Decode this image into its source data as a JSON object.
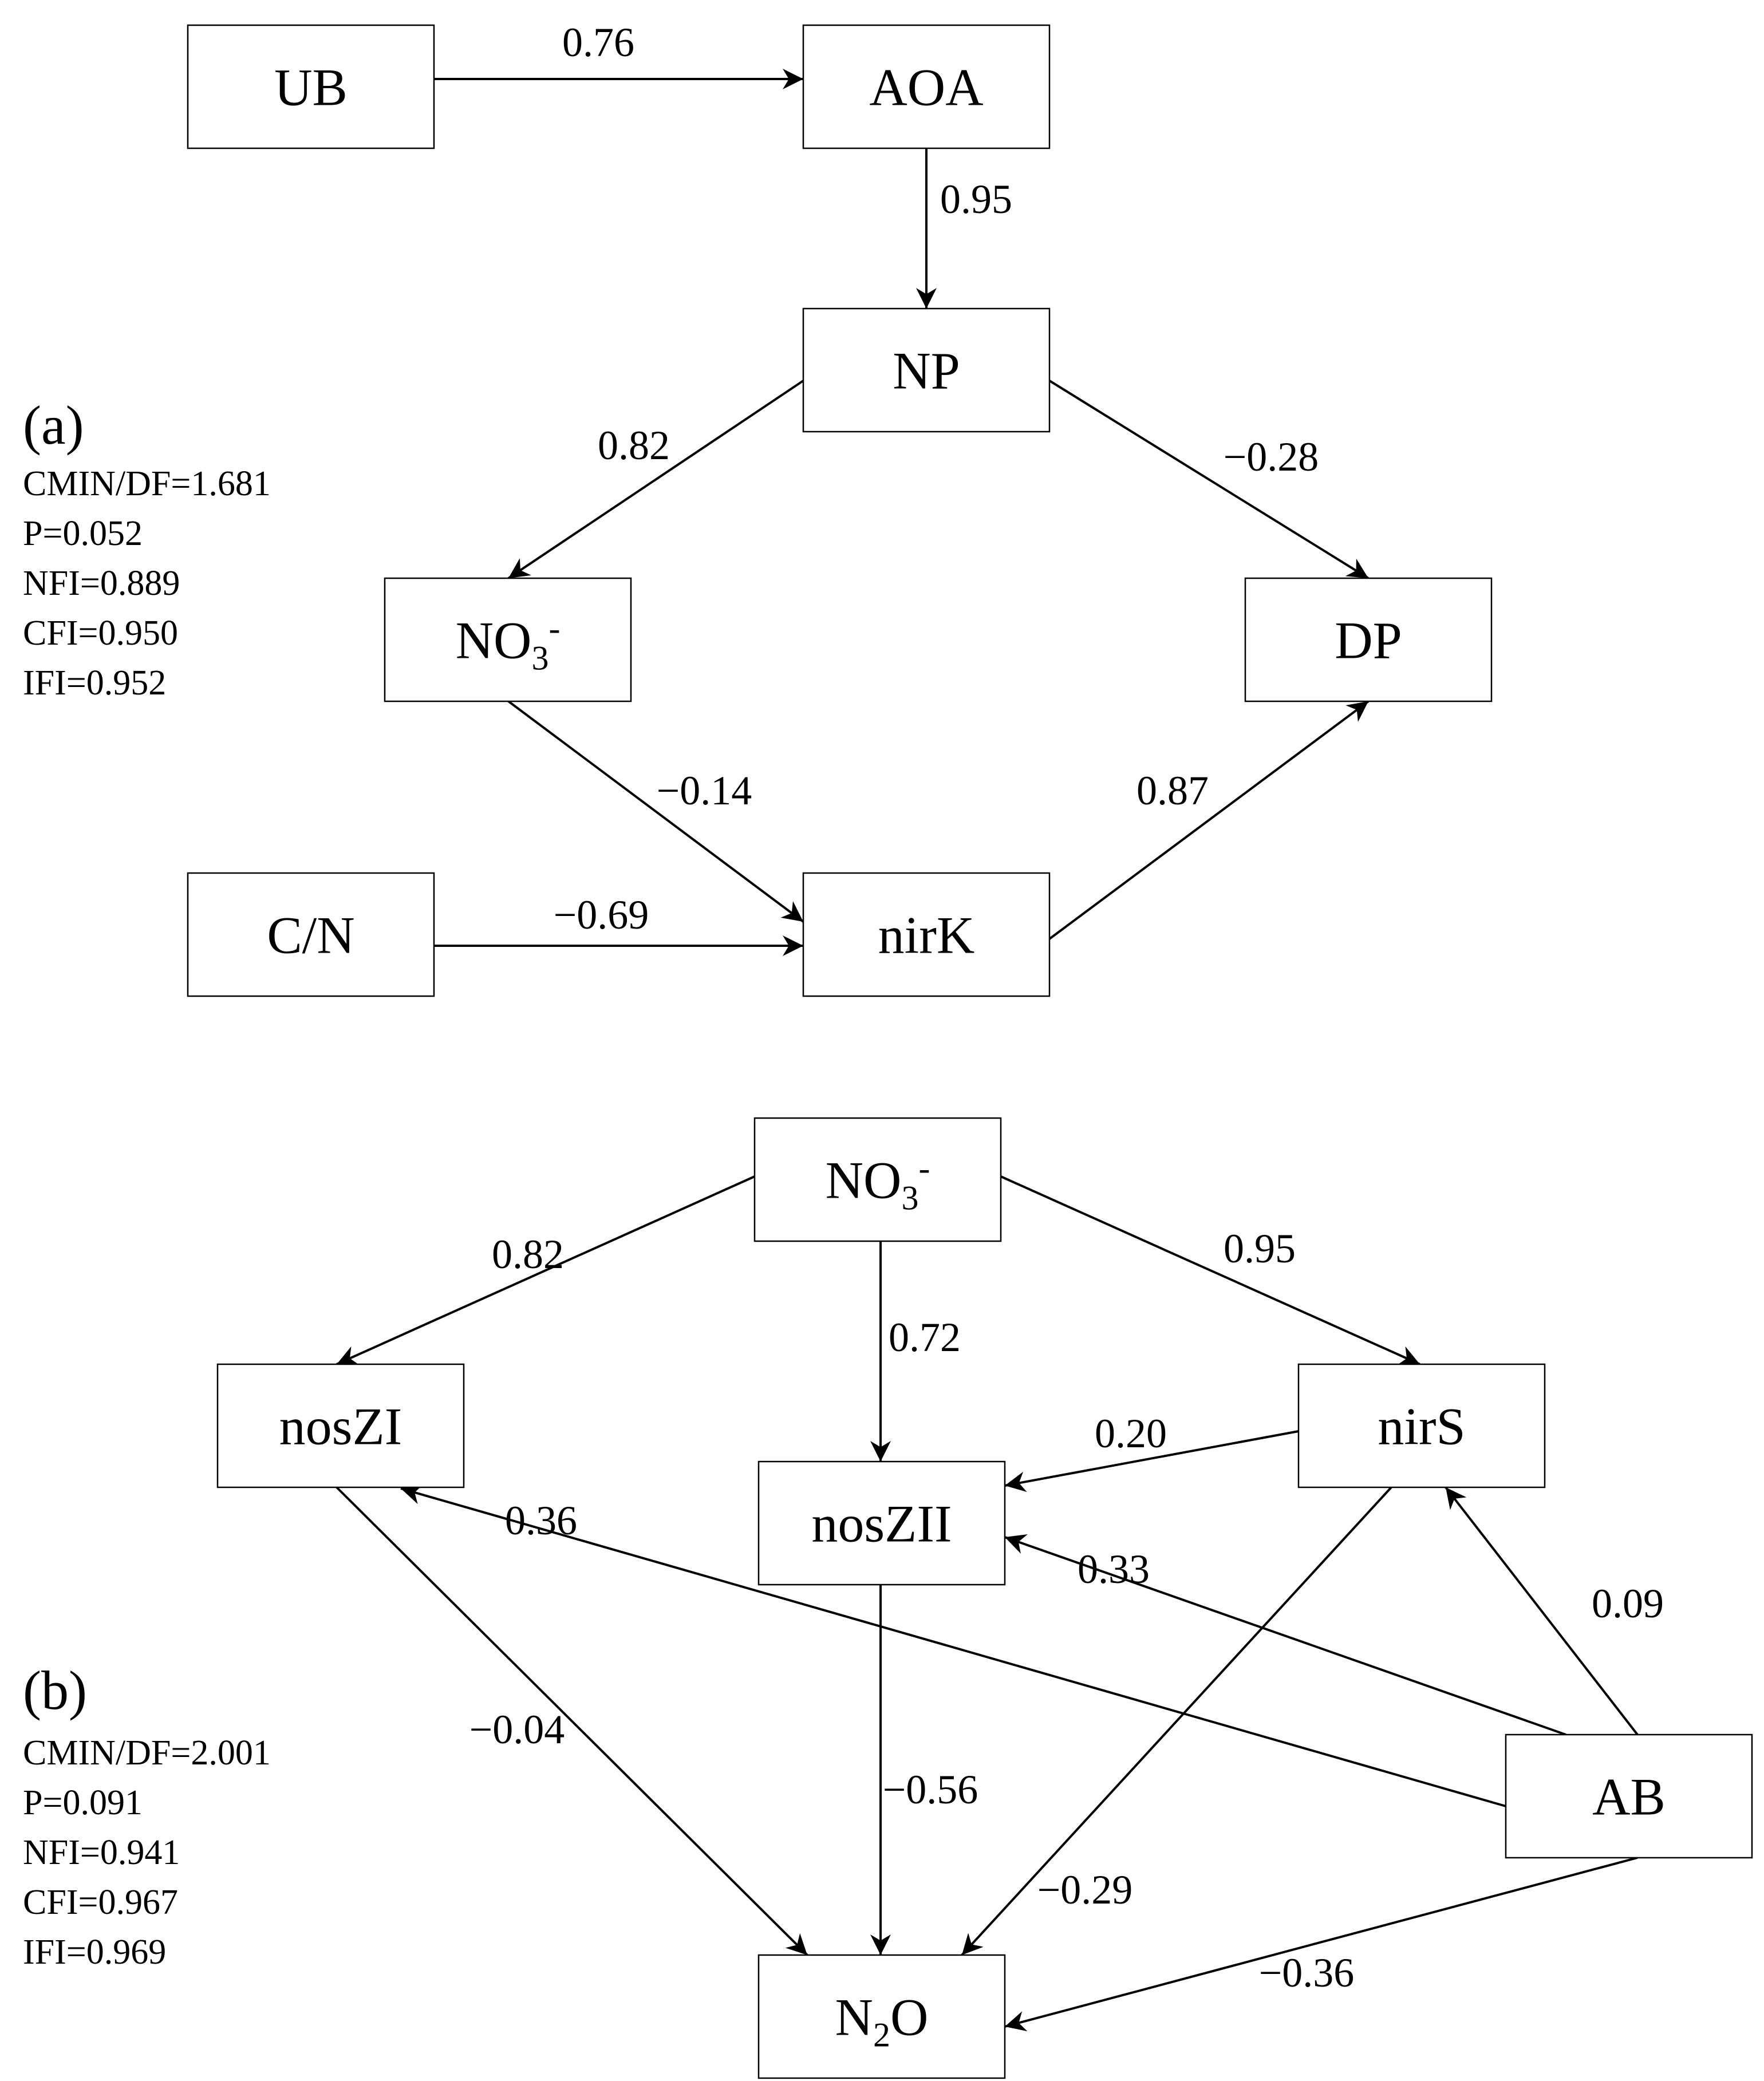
{
  "panels": [
    {
      "id": "a",
      "letter": "(a)",
      "fit_stats": [
        "CMIN/DF=1.681",
        "P=0.052",
        "NFI=0.889",
        "CFI=0.950",
        "IFI=0.952"
      ],
      "nodes": [
        {
          "id": "UB",
          "label": "UB"
        },
        {
          "id": "AOA",
          "label": "AOA"
        },
        {
          "id": "NP",
          "label": "NP"
        },
        {
          "id": "NO3",
          "label": "NO",
          "sub": "3",
          "sup": "-"
        },
        {
          "id": "DP",
          "label": "DP"
        },
        {
          "id": "CN",
          "label": "C/N"
        },
        {
          "id": "nirK",
          "label": "nirK"
        }
      ],
      "edges": [
        {
          "from": "UB",
          "to": "AOA",
          "coef": "0.76"
        },
        {
          "from": "AOA",
          "to": "NP",
          "coef": "0.95"
        },
        {
          "from": "NP",
          "to": "NO3",
          "coef": "0.82"
        },
        {
          "from": "NP",
          "to": "DP",
          "coef": "−0.28"
        },
        {
          "from": "NO3",
          "to": "nirK",
          "coef": "−0.14"
        },
        {
          "from": "nirK",
          "to": "DP",
          "coef": "0.87"
        },
        {
          "from": "CN",
          "to": "nirK",
          "coef": "−0.69"
        }
      ]
    },
    {
      "id": "b",
      "letter": "(b)",
      "fit_stats": [
        "CMIN/DF=2.001",
        "P=0.091",
        "NFI=0.941",
        "CFI=0.967",
        "IFI=0.969"
      ],
      "nodes": [
        {
          "id": "NO3",
          "label": "NO",
          "sub": "3",
          "sup": "-"
        },
        {
          "id": "nosZI",
          "label": "nosZI"
        },
        {
          "id": "nosZII",
          "label": "nosZII"
        },
        {
          "id": "nirS",
          "label": "nirS"
        },
        {
          "id": "AB",
          "label": "AB"
        },
        {
          "id": "N2O",
          "label": "N",
          "sub": "2",
          "tail": "O"
        }
      ],
      "edges": [
        {
          "from": "NO3",
          "to": "nosZI",
          "coef": "0.82"
        },
        {
          "from": "NO3",
          "to": "nosZII",
          "coef": "0.72"
        },
        {
          "from": "NO3",
          "to": "nirS",
          "coef": "0.95"
        },
        {
          "from": "nirS",
          "to": "nosZII",
          "coef": "0.20"
        },
        {
          "from": "AB",
          "to": "nosZI",
          "coef": "0.36"
        },
        {
          "from": "AB",
          "to": "nosZII",
          "coef": "0.33"
        },
        {
          "from": "AB",
          "to": "nirS",
          "coef": "0.09"
        },
        {
          "from": "nosZI",
          "to": "N2O",
          "coef": "−0.04"
        },
        {
          "from": "nosZII",
          "to": "N2O",
          "coef": "−0.56"
        },
        {
          "from": "nirS",
          "to": "N2O",
          "coef": "−0.29"
        },
        {
          "from": "AB",
          "to": "N2O",
          "coef": "−0.36"
        }
      ]
    }
  ]
}
